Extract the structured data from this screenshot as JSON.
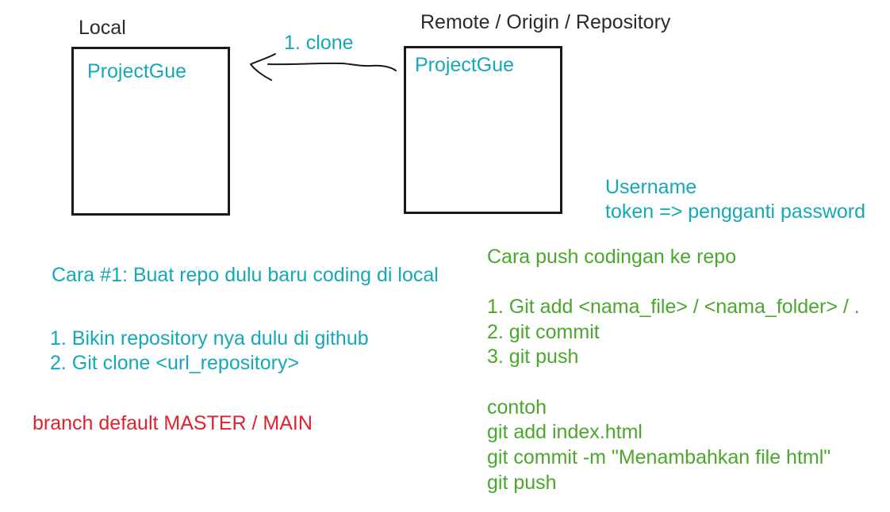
{
  "colors": {
    "label": "#2b2b2b",
    "teal": "#14a8b8",
    "green": "#4aa72c",
    "red": "#e0222e",
    "stroke": "#1a1a1a"
  },
  "local": {
    "heading": "Local",
    "folder": "ProjectGue"
  },
  "remote": {
    "heading": "Remote / Origin / Repository",
    "folder": "ProjectGue"
  },
  "arrow": {
    "label": "1. clone"
  },
  "credentials": {
    "line1": "Username",
    "line2": "token => pengganti password"
  },
  "method1": {
    "title": "Cara #1: Buat repo dulu baru coding di local",
    "steps": [
      "1. Bikin repository nya dulu di github",
      "2. Git clone <url_repository>"
    ]
  },
  "branch_note": "branch default MASTER / MAIN",
  "push": {
    "title": "Cara push codingan ke repo",
    "steps": [
      "1. Git add <nama_file> / <nama_folder> / .",
      "2. git commit",
      "3. git push"
    ],
    "example_title": "contoh",
    "example_lines": [
      "git add index.html",
      "git commit -m \"Menambahkan file html\"",
      "git push"
    ]
  }
}
